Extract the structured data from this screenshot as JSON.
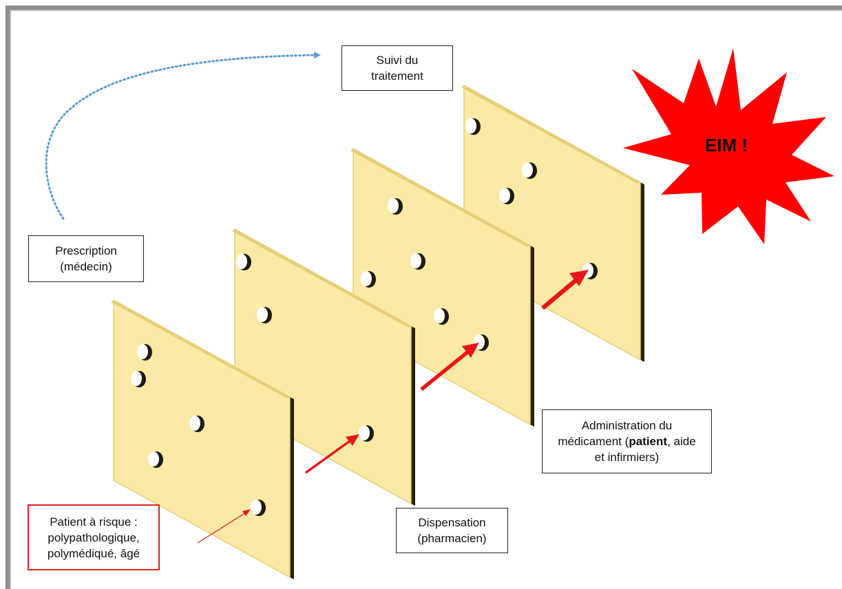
{
  "labels": {
    "suivi": [
      "Suivi du",
      "traitement"
    ],
    "prescription": [
      "Prescription",
      "(médecin)"
    ],
    "dispensation": [
      "Dispensation",
      "(pharmacien)"
    ],
    "administration": {
      "line1": "Administration du",
      "line2_pre": "médicament (",
      "line2_bold": "patient",
      "line2_post": ", aide",
      "line3": "et infirmiers)"
    },
    "risk": [
      "Patient à risque :",
      "polypathologique,",
      "polymédiqué, âgé"
    ],
    "eim": "EIM !"
  },
  "colors": {
    "slice": "#fbe9a6",
    "slice_edge": "#e7cf78",
    "slice_dark": "#2a2208",
    "hole_shadow": "#1e1a10",
    "arrow": "#e8161b",
    "curve": "#5b9bd5",
    "burst": "#ff0000",
    "risk_border": "#e0201e"
  }
}
